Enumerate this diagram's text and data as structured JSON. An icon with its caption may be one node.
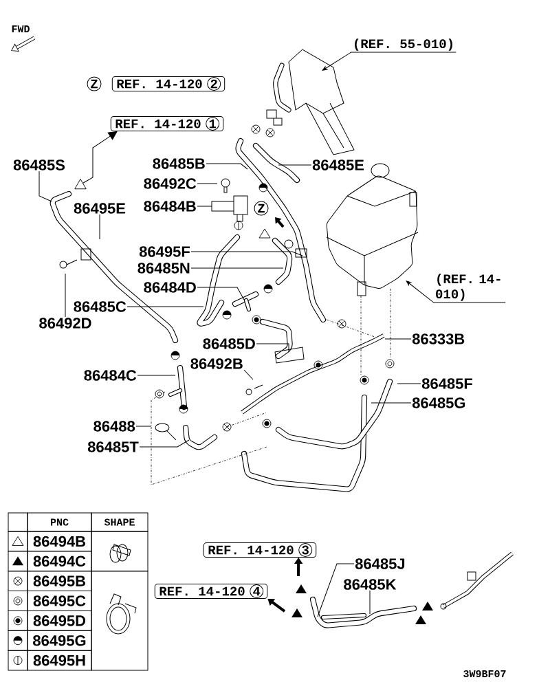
{
  "diagram": {
    "nodes": [
      {
        "text": [
          "(REF. 55-010)"
        ]
      },
      {
        "text": [
          "REF. 14-120",
          "2"
        ]
      },
      {
        "text": [
          "REF. 14-120",
          "1"
        ]
      },
      {
        "text": [
          "86485S"
        ]
      },
      {
        "text": [
          "86485B"
        ]
      },
      {
        "text": [
          "86485E"
        ]
      },
      {
        "text": [
          "86492C"
        ]
      },
      {
        "text": [
          "86484B"
        ]
      },
      {
        "text": [
          "86495E"
        ]
      },
      {
        "text": [
          "86495F"
        ]
      },
      {
        "text": [
          "86485N"
        ]
      },
      {
        "text": [
          "86484D"
        ]
      },
      {
        "text": [
          "86485C"
        ]
      },
      {
        "text": [
          "86492D"
        ]
      },
      {
        "text": [
          "(REF. 14-010)"
        ]
      },
      {
        "text": [
          "86333B"
        ]
      },
      {
        "text": [
          "86485D"
        ]
      },
      {
        "text": [
          "86492B"
        ]
      },
      {
        "text": [
          "86484C"
        ]
      },
      {
        "text": [
          "86485F"
        ]
      },
      {
        "text": [
          "86485G"
        ]
      },
      {
        "text": [
          "86488"
        ]
      },
      {
        "text": [
          "86485T"
        ]
      },
      {
        "text": [
          "REF. 14-120",
          "3"
        ]
      },
      {
        "text": [
          "REF. 14-120",
          "4"
        ]
      },
      {
        "text": [
          "86485J"
        ]
      },
      {
        "text": [
          "86485K"
        ]
      },
      {
        "text": [],
        "shape": "triangle"
      }
    ],
    "edges": [
      {
        "from": 0,
        "to": null,
        "arrow": "to"
      },
      {
        "from": 27,
        "to": 2,
        "arrow": "to"
      },
      {
        "from": 3,
        "to": null,
        "arrow": "none"
      },
      {
        "from": 4,
        "to": null,
        "arrow": "none"
      },
      {
        "from": 5,
        "to": null,
        "arrow": "none"
      },
      {
        "from": 6,
        "to": null,
        "arrow": "none"
      },
      {
        "from": 7,
        "to": null,
        "arrow": "none"
      },
      {
        "from": 8,
        "to": null,
        "arrow": "none"
      },
      {
        "from": 9,
        "to": null,
        "arrow": "none"
      },
      {
        "from": 10,
        "to": null,
        "arrow": "none"
      },
      {
        "from": 11,
        "to": null,
        "arrow": "none"
      },
      {
        "from": 12,
        "to": null,
        "arrow": "none"
      },
      {
        "from": 13,
        "to": null,
        "arrow": "none"
      },
      {
        "from": 14,
        "to": null,
        "arrow": "to"
      },
      {
        "from": 15,
        "to": null,
        "arrow": "none"
      },
      {
        "from": 16,
        "to": null,
        "arrow": "none"
      },
      {
        "from": 17,
        "to": null,
        "arrow": "none"
      },
      {
        "from": 18,
        "to": null,
        "arrow": "none"
      },
      {
        "from": 19,
        "to": null,
        "arrow": "none"
      },
      {
        "from": 20,
        "to": null,
        "arrow": "none"
      },
      {
        "from": 21,
        "to": null,
        "arrow": "none"
      },
      {
        "from": 22,
        "to": null,
        "arrow": "none"
      },
      {
        "from": null,
        "to": 23,
        "arrow": "to",
        "style": "thick"
      },
      {
        "from": null,
        "to": 24,
        "arrow": "to",
        "style": "thick"
      },
      {
        "from": 25,
        "to": null,
        "arrow": "none"
      },
      {
        "from": 26,
        "to": null,
        "arrow": "none"
      }
    ],
    "labels": [
      "FWD",
      "Z",
      "Z",
      "PNC",
      "SHAPE",
      "86494B",
      "86494C",
      "86495B",
      "86495C",
      "86495D",
      "86495G",
      "86495H",
      "3W9BF07"
    ]
  }
}
